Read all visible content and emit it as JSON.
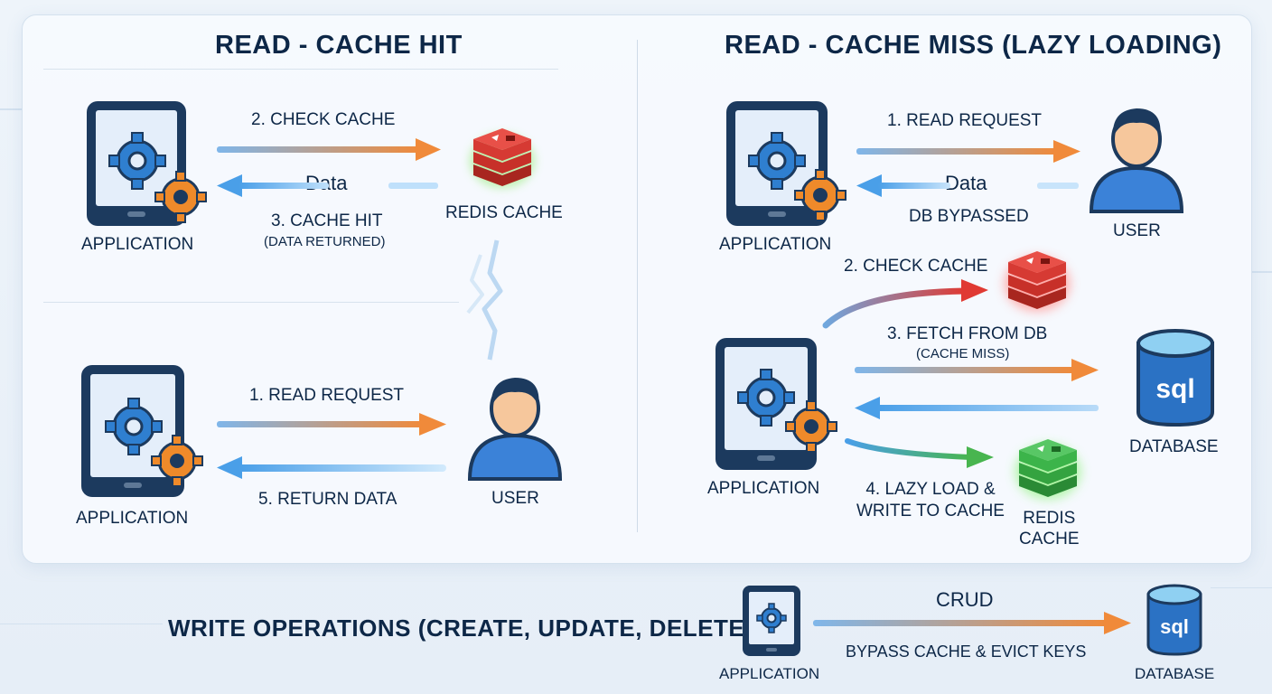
{
  "cache_hit": {
    "title": "READ - CACHE HIT",
    "check_cache": "2. CHECK CACHE",
    "data_label": "Data",
    "cache_hit": "3. CACHE HIT",
    "data_returned": "(DATA RETURNED)",
    "redis_cache": "REDIS CACHE",
    "application_top": "APPLICATION",
    "application_bottom": "APPLICATION",
    "read_request": "1. READ REQUEST",
    "return_data": "5. RETURN DATA",
    "user": "USER"
  },
  "cache_miss": {
    "title": "READ - CACHE MISS (LAZY LOADING)",
    "read_request": "1. READ REQUEST",
    "data_label": "Data",
    "db_bypassed": "DB BYPASSED",
    "user": "USER",
    "application_top": "APPLICATION",
    "check_cache": "2. CHECK CACHE",
    "fetch_from_db": "3. FETCH FROM DB",
    "cache_miss_note": "(CACHE MISS)",
    "database": "DATABASE",
    "db_icon_text": "sql",
    "application_bottom": "APPLICATION",
    "lazy_load_line1": "4. LAZY LOAD &",
    "lazy_load_line2": "WRITE TO CACHE",
    "redis_line1": "REDIS",
    "redis_line2": "CACHE"
  },
  "write": {
    "title": "WRITE OPERATIONS (CREATE, UPDATE, DELETE)",
    "crud": "CRUD",
    "bypass": "BYPASS CACHE & EVICT KEYS",
    "application": "APPLICATION",
    "database": "DATABASE",
    "db_icon_text": "sql"
  },
  "colors": {
    "request_arrow": "#f08a3a",
    "response_arrow": "#4a9fe8",
    "redis_red": "#d63a33",
    "redis_green": "#3cb44a",
    "gear_blue": "#2f7fd0",
    "gear_orange": "#ef8a2a",
    "navy": "#1c3a5e"
  },
  "icons": [
    "tablet-gear-icon",
    "redis-cache-icon",
    "user-icon",
    "sql-database-icon",
    "arrow-right-icon",
    "arrow-left-icon",
    "lightning-icon"
  ]
}
